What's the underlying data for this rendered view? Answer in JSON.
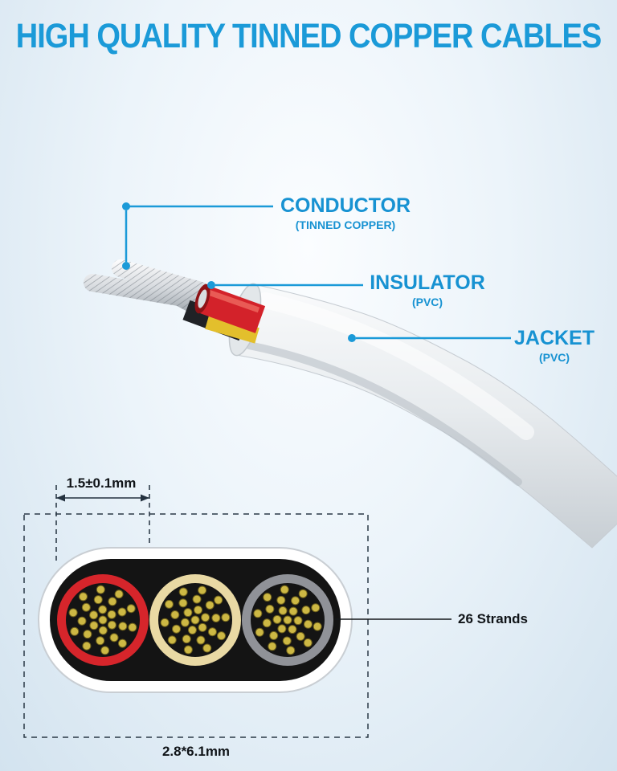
{
  "title": "HIGH QUALITY TINNED COPPER CABLES",
  "callouts": {
    "conductor": {
      "label": "CONDUCTOR",
      "sub": "(TINNED COPPER)"
    },
    "insulator": {
      "label": "INSULATOR",
      "sub": "(PVC)"
    },
    "jacket": {
      "label": "JACKET",
      "sub": "(PVC)"
    }
  },
  "cross_section": {
    "strands_label": "26 Strands",
    "strands_per_conductor": 26,
    "conductor_diameter": "1.5±0.1mm",
    "cable_dimensions": "2.8*6.1mm",
    "conductor_ring_colors": [
      "#d6252b",
      "#e9d9a4",
      "#909298"
    ],
    "strand_dot_color": "#cdb844"
  },
  "colors": {
    "accent_blue": "#1b9ad8",
    "insulator_red": "#d3222a",
    "insulator_yellow": "#e3bf2c",
    "insulator_black": "#202226",
    "jacket_white": "#e7ebee"
  }
}
